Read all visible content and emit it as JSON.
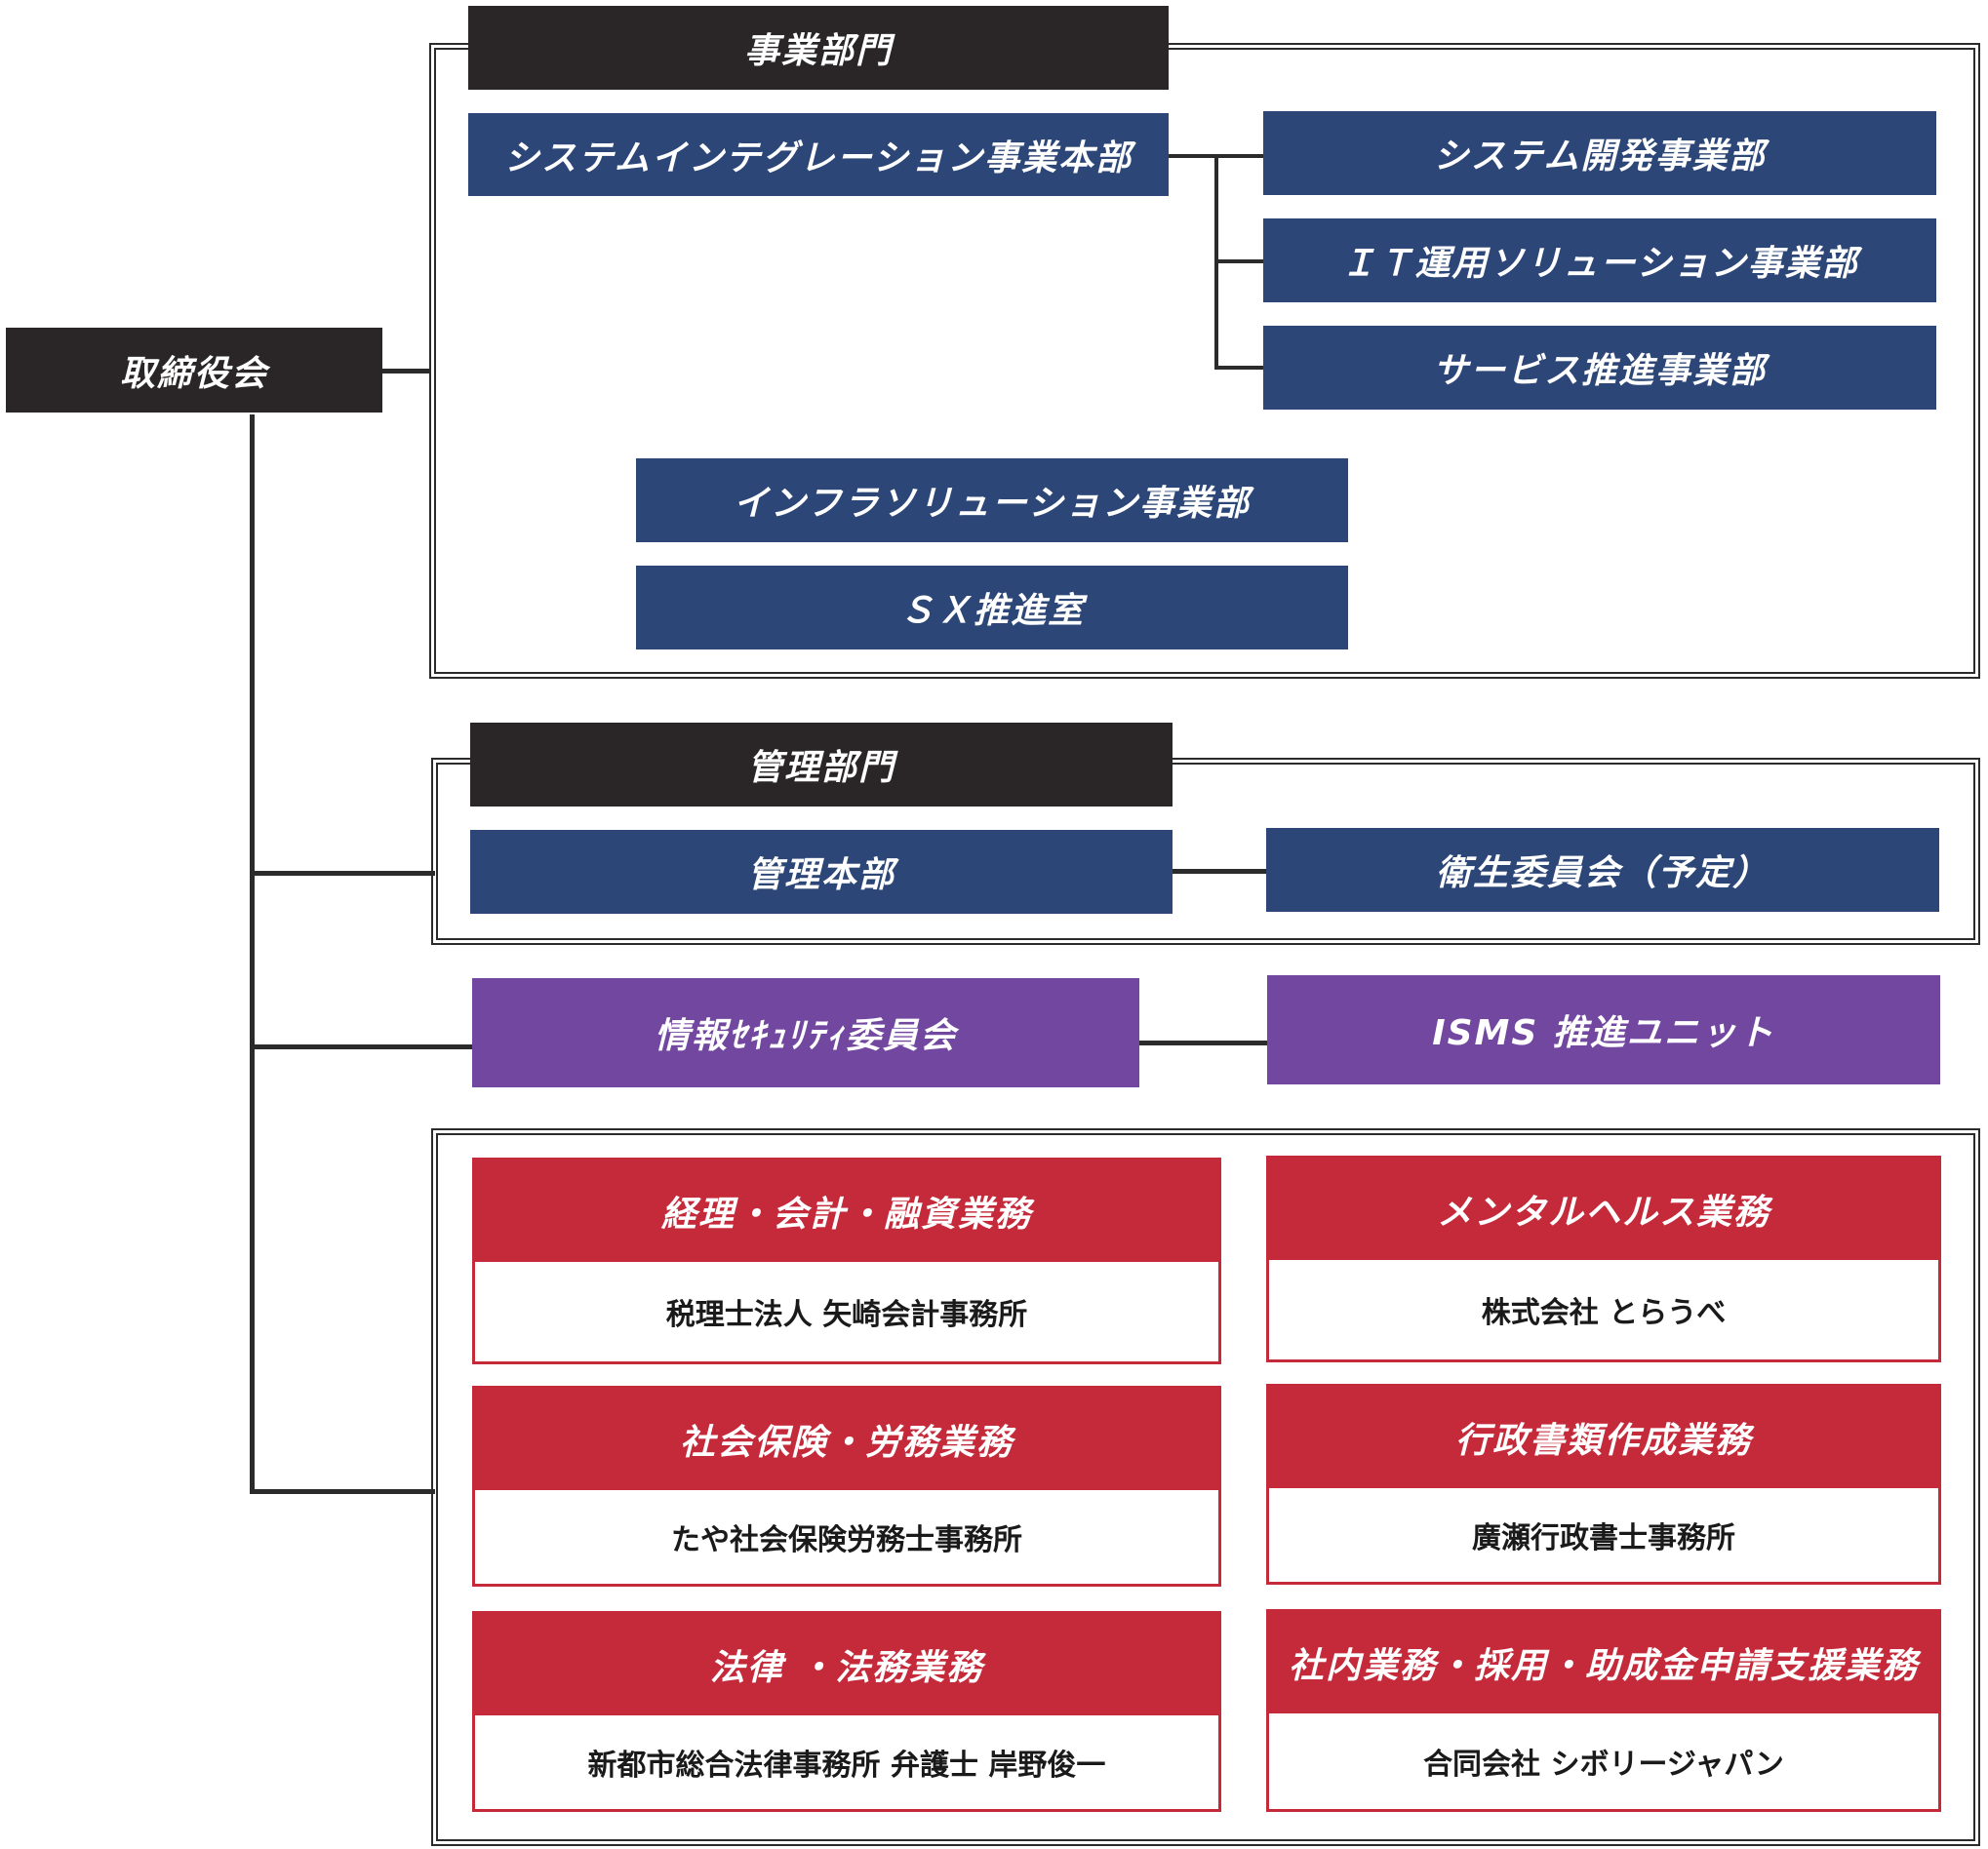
{
  "board": {
    "label": "取締役会"
  },
  "business_division": {
    "label": "事業部門",
    "si_headquarters": "システムインテグレーション事業本部",
    "sub_departments": [
      "システム開発事業部",
      "ＩＴ運用ソリューション事業部",
      "サービス推進事業部"
    ],
    "infra_department": "インフラソリューション事業部",
    "sx_office": "ＳＸ推進室"
  },
  "management_division": {
    "label": "管理部門",
    "headquarters": "管理本部",
    "health_committee": "衛生委員会（予定）"
  },
  "security": {
    "committee": "情報ｾｷｭﾘﾃｨ委員会",
    "isms_unit": "ISMS 推進ユニット"
  },
  "outsourcing": [
    {
      "title": "経理・会計・融資業務",
      "partner": "税理士法人 矢崎会計事務所"
    },
    {
      "title": "メンタルヘルス業務",
      "partner": "株式会社 とらうべ"
    },
    {
      "title": "社会保険・労務業務",
      "partner": "たや社会保険労務士事務所"
    },
    {
      "title": "行政書類作成業務",
      "partner": "廣瀬行政書士事務所"
    },
    {
      "title": "法律 ・法務業務",
      "partner": "新都市総合法律事務所 弁護士 岸野俊一"
    },
    {
      "title": "社内業務・採用・助成金申請支援業務",
      "partner": "合同会社 シボリージャパン"
    }
  ],
  "colors": {
    "black": "#2a2627",
    "navy": "#2c4677",
    "purple": "#7247a0",
    "red": "#c52a3a"
  }
}
